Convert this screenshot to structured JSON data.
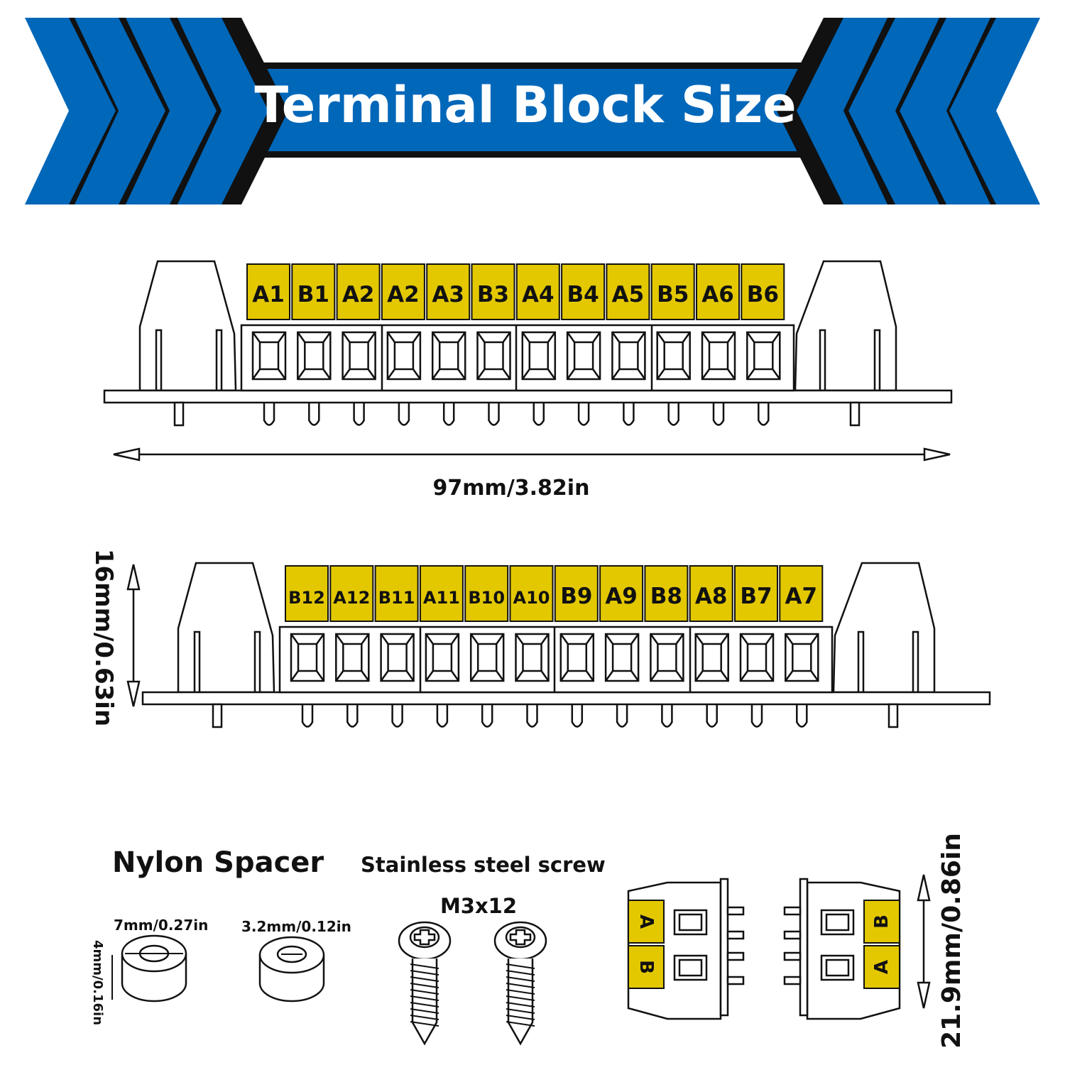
{
  "banner": {
    "title": "Terminal Block Size"
  },
  "colors": {
    "blue": "#0067B9",
    "yellow": "#E3C800",
    "black": "#111111"
  },
  "block_top": {
    "labels": [
      "A1",
      "B1",
      "A2",
      "A2",
      "A3",
      "B3",
      "A4",
      "B4",
      "A5",
      "B5",
      "A6",
      "B6"
    ],
    "width_dimension": "97mm/3.82in"
  },
  "block_bottom": {
    "labels": [
      "B12",
      "A12",
      "B11",
      "A11",
      "B10",
      "A10",
      "B9",
      "A9",
      "B8",
      "A8",
      "B7",
      "A7"
    ],
    "height_dimension": "16mm/0.63in"
  },
  "accessories": {
    "nylon_spacer_title": "Nylon Spacer",
    "spacer_outer": "7mm/0.27in",
    "spacer_inner": "3.2mm/0.12in",
    "spacer_height": "4mm/0.16in",
    "screw_title": "Stainless steel screw",
    "screw_size": "M3x12"
  },
  "side_view": {
    "left_labels": [
      "A",
      "B"
    ],
    "right_labels": [
      "B",
      "A"
    ],
    "height_dimension": "21.9mm/0.86in"
  }
}
